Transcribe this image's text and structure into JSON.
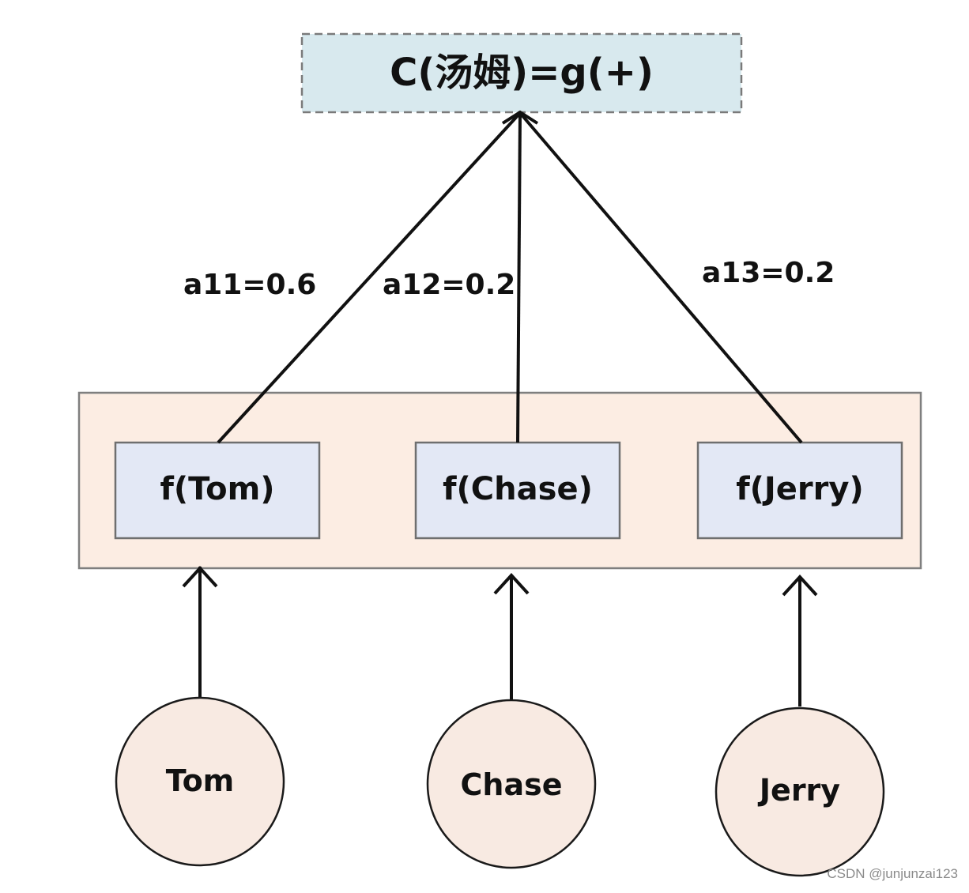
{
  "output_node": {
    "label": "C(汤姆)=g(+)"
  },
  "encoder_nodes": [
    {
      "label": "f(Tom)"
    },
    {
      "label": "f(Chase)"
    },
    {
      "label": "f(Jerry)"
    }
  ],
  "input_nodes": [
    {
      "label": "Tom"
    },
    {
      "label": "Chase"
    },
    {
      "label": "Jerry"
    }
  ],
  "weights": [
    {
      "label": "a11=0.6"
    },
    {
      "label": "a12=0.2"
    },
    {
      "label": "a13=0.2"
    }
  ],
  "watermark": "CSDN @junjunzai123",
  "colors": {
    "output_fill": "#d8e9ee",
    "output_border": "#7a7a7a",
    "container_fill": "#fcede3",
    "container_border": "#7f7f7f",
    "encoder_fill": "#e3e8f5",
    "encoder_border": "#6f6f6f",
    "input_fill": "#f8eae2",
    "input_border": "#1a1a1a",
    "line": "#111111"
  }
}
